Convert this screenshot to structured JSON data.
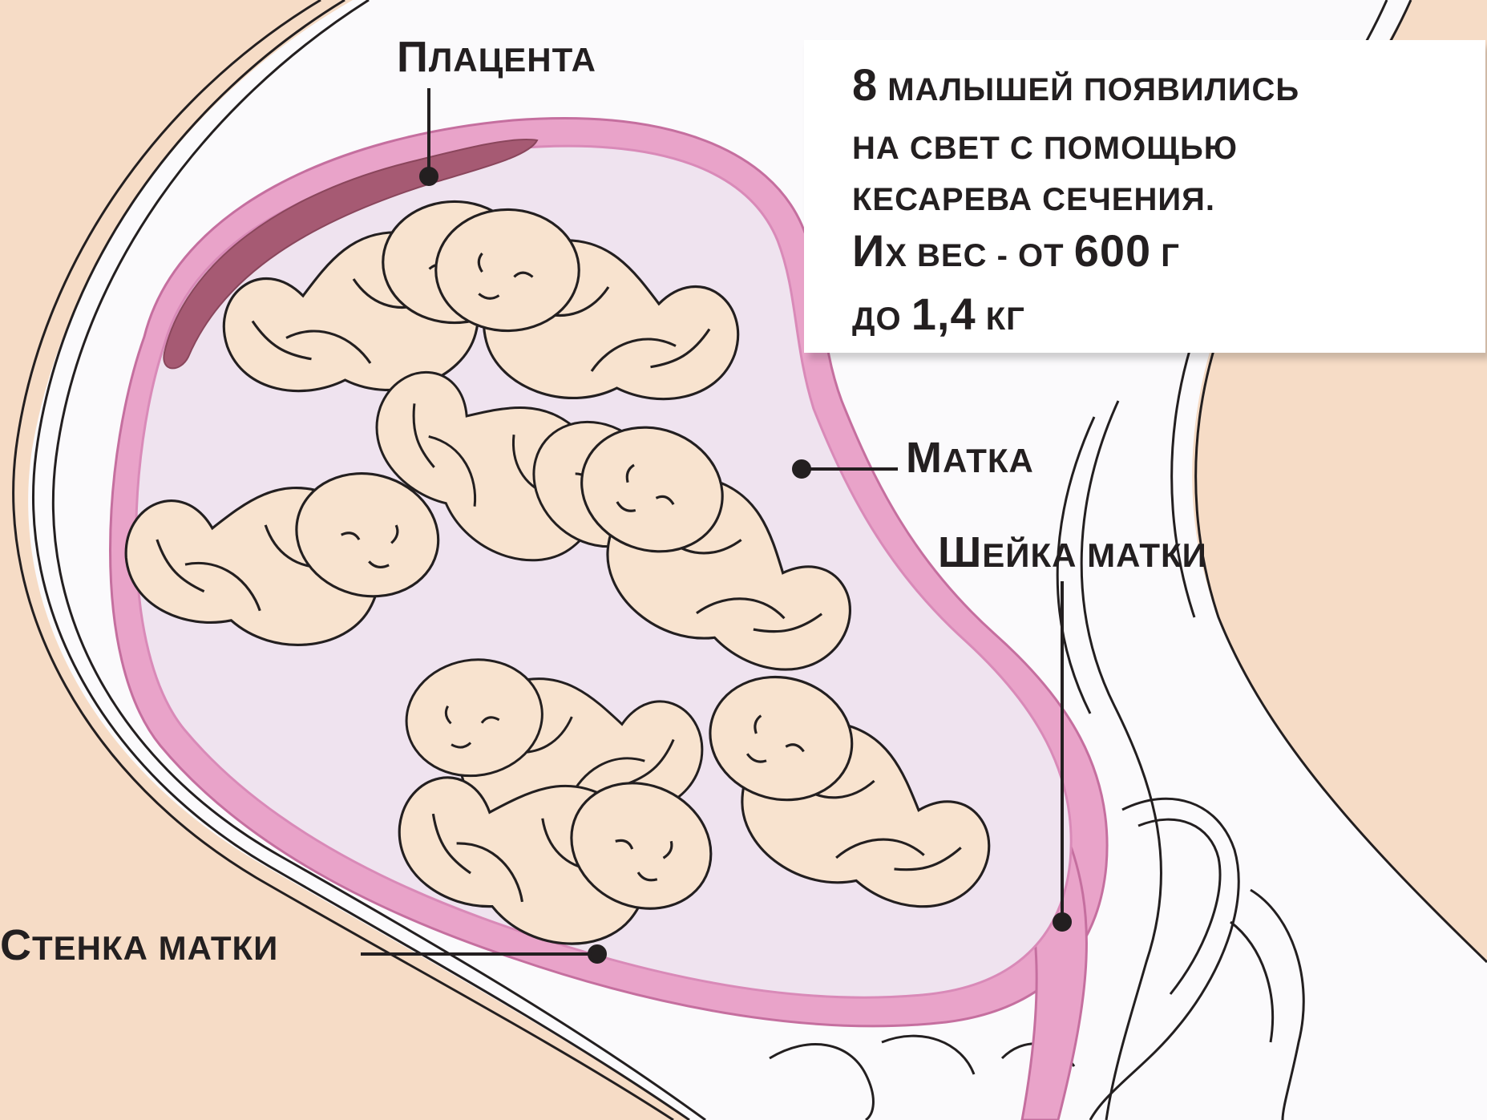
{
  "labels": {
    "placenta": {
      "initial": "П",
      "rest": "ЛАЦЕНТА"
    },
    "uterus": {
      "initial": "М",
      "rest": "АТКА"
    },
    "cervix": {
      "initial": "Ш",
      "rest": "ЕЙКА МАТКИ"
    },
    "wall": {
      "initial": "С",
      "rest": "ТЕНКА МАТКИ"
    }
  },
  "info": {
    "line1_num": "8",
    "line1_text": " МАЛЫШЕЙ ПОЯВИЛИСЬ",
    "line2": "НА СВЕТ С ПОМОЩЬЮ",
    "line3": "КЕСАРЕВА СЕЧЕНИЯ.",
    "line4_initial": "И",
    "line4_a": "Х ВЕС - ОТ ",
    "line4_num": "600",
    "line4_unit": " Г",
    "line5_a": "ДО ",
    "line5_num": "1,4",
    "line5_unit": " КГ"
  },
  "colors": {
    "skin_background": "#f6dcc6",
    "cavity": "#fbfafc",
    "uterus_pink": "#e9a3c9",
    "amniotic_lilac": "#efe3ef",
    "placenta": "#a65a73",
    "baby_skin": "#f8e3cf",
    "outline": "#231f20"
  }
}
